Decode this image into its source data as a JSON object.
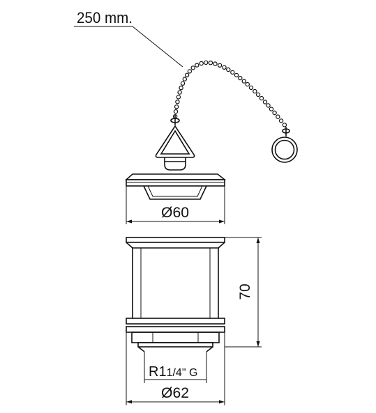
{
  "labels": {
    "chain_length": "250 mm.",
    "plug_diameter": "Ø60",
    "height": "70",
    "thread": "R1",
    "thread_fraction": "1/4\" G",
    "body_diameter": "Ø62"
  }
}
